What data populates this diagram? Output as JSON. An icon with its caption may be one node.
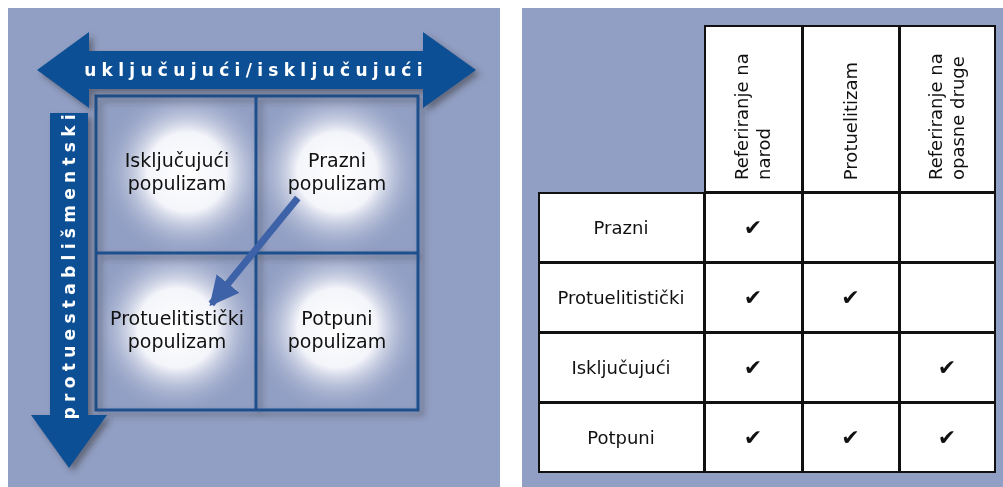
{
  "diagram": {
    "nodes": [
      {
        "text": [
          "Isključujući populizam"
        ]
      },
      {
        "text": [
          "Prazni populizam"
        ]
      },
      {
        "text": [
          "Protuelitistički populizam"
        ]
      },
      {
        "text": [
          "Potpuni populizam"
        ]
      }
    ],
    "edges": [
      {
        "from": 1,
        "to": 2,
        "arrow": "to"
      }
    ],
    "labels": [
      "uključujući/isključujući",
      "protuestablišmentski",
      "Referiranje na narod",
      "Protuelitizam",
      "Referiranje na opasne druge",
      "Prazni",
      "✔",
      "Protuelitistički",
      "✔",
      "✔",
      "Isključujući",
      "✔",
      "✔",
      "Potpuni",
      "✔",
      "✔",
      "✔"
    ]
  }
}
